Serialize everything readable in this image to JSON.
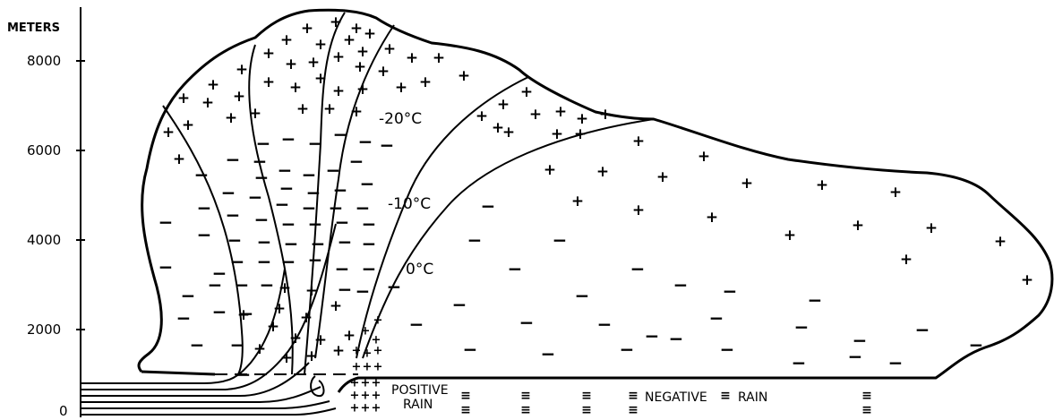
{
  "axis": {
    "unit_label": "METERS",
    "ticks": [
      "8000",
      "6000",
      "4000",
      "2000",
      "0"
    ]
  },
  "isotherms": [
    "-20°C",
    "-10°C",
    "0°C"
  ],
  "rain_labels": {
    "positive_line1": "POSITIVE",
    "positive_line2": "RAIN",
    "negative": "NEGATIVE",
    "negative_rain": "RAIN"
  },
  "charge_symbols": {
    "positive": "+",
    "negative": "−",
    "rain_negative": "≡"
  },
  "colors": {
    "ink": "#000000",
    "background": "#ffffff"
  }
}
